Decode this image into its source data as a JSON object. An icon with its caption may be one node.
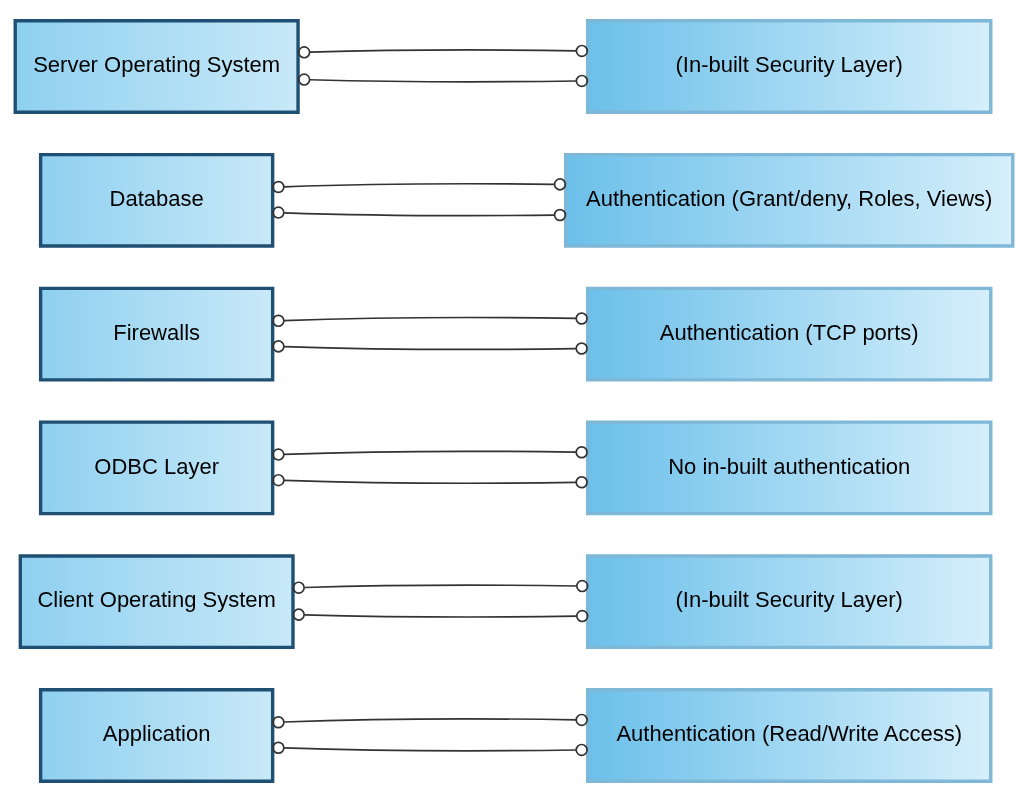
{
  "diagram": {
    "nodes": [
      {
        "text": [
          "Application"
        ]
      },
      {
        "text": [
          "Authentication (Read/Write Access)"
        ]
      },
      {
        "text": [
          "Client Operating System"
        ]
      },
      {
        "text": [
          "(In-built Security Layer)"
        ]
      },
      {
        "text": [
          "ODBC Layer"
        ]
      },
      {
        "text": [
          "No in-built authentication"
        ]
      },
      {
        "text": [
          "Firewalls"
        ]
      },
      {
        "text": [
          "Authentication (TCP ports)"
        ]
      },
      {
        "text": [
          "Database"
        ]
      },
      {
        "text": [
          "Authentication (Grant/deny, Roles, Views)"
        ]
      },
      {
        "text": [
          "Server Operating System"
        ]
      },
      {
        "text": [
          "(In-built Security Layer)"
        ]
      }
    ],
    "edges": [
      {
        "from": 0,
        "to": 1,
        "arrow": "other"
      },
      {
        "from": 0,
        "to": 1,
        "arrow": "other"
      },
      {
        "from": 2,
        "to": 3,
        "arrow": "other"
      },
      {
        "from": 2,
        "to": 3,
        "arrow": "other"
      },
      {
        "from": 4,
        "to": 5,
        "arrow": "other"
      },
      {
        "from": 4,
        "to": 5,
        "arrow": "other"
      },
      {
        "from": 6,
        "to": 7,
        "arrow": "other"
      },
      {
        "from": 6,
        "to": 7,
        "arrow": "other"
      },
      {
        "from": 8,
        "to": 9,
        "arrow": "other"
      },
      {
        "from": 8,
        "to": 9,
        "arrow": "other"
      },
      {
        "from": 10,
        "to": 11,
        "arrow": "other"
      },
      {
        "from": 10,
        "to": 11,
        "arrow": "other"
      }
    ]
  }
}
